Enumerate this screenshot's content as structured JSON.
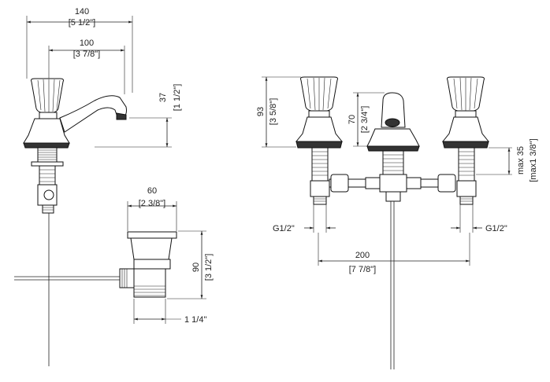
{
  "dimensions": {
    "faucet_width": {
      "mm": "140",
      "inch": "[5 1/2\"]"
    },
    "spout_reach": {
      "mm": "100",
      "inch": "[3 7/8\"]"
    },
    "spout_height": {
      "mm": "37",
      "inch": "[1 1/2\"]"
    },
    "drain_width": {
      "mm": "60",
      "inch": "[2 3/8\"]"
    },
    "drain_height": {
      "mm": "90",
      "inch": "[3 1/2\"]"
    },
    "drain_thread": {
      "label": "1 1/4\""
    },
    "handle_height": {
      "mm": "93",
      "inch": "[3 5/8\"]"
    },
    "spout_body_height": {
      "mm": "70",
      "inch": "[2 3/4\"]"
    },
    "deck_thickness": {
      "mm": "max 35",
      "inch": "[max1 3/8\"]"
    },
    "left_inlet": {
      "label": "G1/2\""
    },
    "right_inlet": {
      "label": "G1/2\""
    },
    "centers": {
      "mm": "200",
      "inch": "[7 7/8\"]"
    }
  }
}
